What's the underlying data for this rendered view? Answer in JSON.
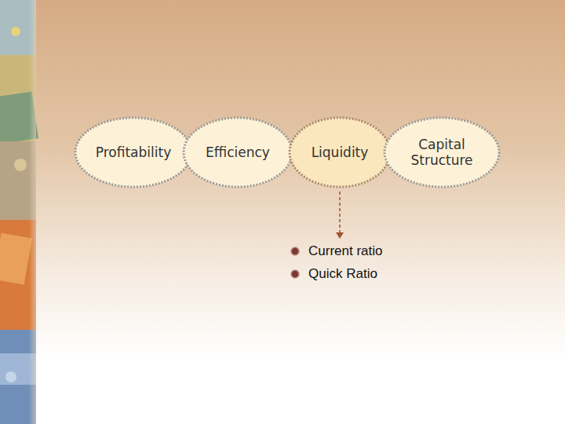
{
  "diagram": {
    "nodes": [
      {
        "text": [
          "Profitability"
        ]
      },
      {
        "text": [
          "Efficiency"
        ]
      },
      {
        "text": [
          "Liquidity"
        ]
      },
      {
        "text": [
          "Capital Structure"
        ]
      }
    ],
    "labels": [
      "Current ratio",
      "Quick Ratio"
    ]
  }
}
